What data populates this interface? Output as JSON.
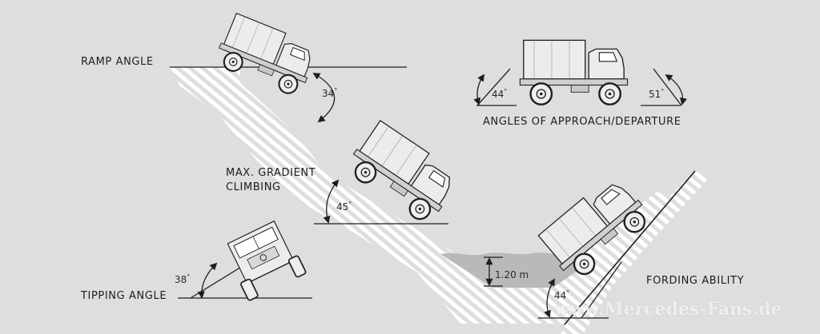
{
  "labels": {
    "ramp_angle": "RAMP ANGLE",
    "approach_departure": "ANGLES OF APPROACH/DEPARTURE",
    "max_gradient_line1": "MAX. GRADIENT",
    "max_gradient_line2": "CLIMBING",
    "tipping_angle": "TIPPING ANGLE",
    "fording_ability": "FORDING ABILITY"
  },
  "angles": {
    "ramp": "34",
    "approach": "44",
    "departure": "51",
    "gradient": "45",
    "tipping": "38",
    "fording": "44",
    "degree_symbol": "°"
  },
  "fording_depth": "1.20 m",
  "watermark": "www.Mercedes-Fans.de",
  "colors": {
    "background": "#dedede",
    "stripes": "#ffffff",
    "line": "#1e1e1e",
    "truck_body": "#ececec",
    "water": "#b9b9b9"
  },
  "icons": [
    "truck-icon"
  ]
}
